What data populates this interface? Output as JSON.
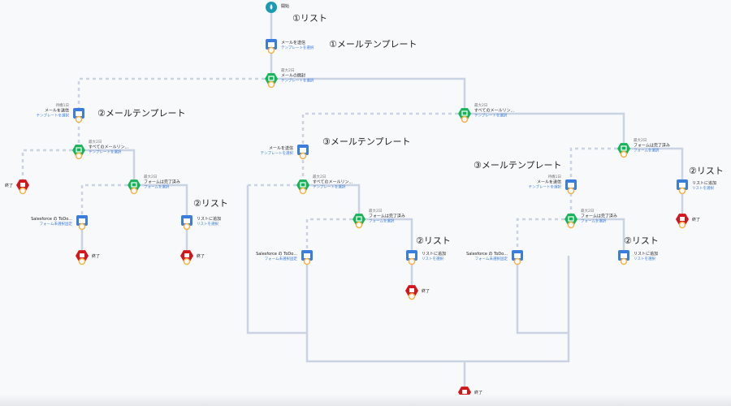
{
  "colors": {
    "start": "#1a9bb5",
    "email": "#3b7ddd",
    "rule": "#16b35a",
    "end": "#d4161c",
    "line": "#c9d3e3",
    "port": "#f6b046",
    "link": "#3b7ddd",
    "meta": "#777777",
    "title": "#222222"
  },
  "nodes": [
    {
      "id": "start",
      "type": "start",
      "title": "開始"
    },
    {
      "id": "send1",
      "type": "email",
      "title": "メールを送信",
      "sub": "テンプレートを選択"
    },
    {
      "id": "open1",
      "type": "rule",
      "meta": "最大2日",
      "title": "メールの開封",
      "sub": "テンプレートを選択"
    },
    {
      "id": "send2",
      "type": "email",
      "meta": "待機1日",
      "title": "メールを送信",
      "sub": "テンプレートを選択"
    },
    {
      "id": "link2",
      "type": "rule",
      "meta": "最大2日",
      "title": "すべてのメールリン...",
      "sub": "テンプレートを選択"
    },
    {
      "id": "end2a",
      "type": "end",
      "title": "終了"
    },
    {
      "id": "form2",
      "type": "rule",
      "meta": "最大2日",
      "title": "フォームは完了済み",
      "sub": "フォームを選択"
    },
    {
      "id": "todo2",
      "type": "email",
      "title": "Salesforce の ToDo...",
      "sub": "フォーム未選択固定"
    },
    {
      "id": "end2b",
      "type": "end",
      "title": "終了"
    },
    {
      "id": "list2",
      "type": "email",
      "title": "リストに追加",
      "sub": "リストを選択"
    },
    {
      "id": "end2c",
      "type": "end",
      "title": "終了"
    },
    {
      "id": "linkR",
      "type": "rule",
      "meta": "最大2日",
      "title": "すべてのメールリン...",
      "sub": "テンプレートを選択"
    },
    {
      "id": "send3",
      "type": "email",
      "title": "メールを送信",
      "sub": "テンプレートを選択"
    },
    {
      "id": "link3",
      "type": "rule",
      "meta": "最大2日",
      "title": "すべてのメールリン...",
      "sub": "テンプレートを選択"
    },
    {
      "id": "form3",
      "type": "rule",
      "meta": "最大2日",
      "title": "フォームは完了済み",
      "sub": "フォームを選択"
    },
    {
      "id": "todo3",
      "type": "email",
      "title": "Salesforce の ToDo...",
      "sub": "フォーム未選択固定"
    },
    {
      "id": "list3",
      "type": "email",
      "title": "リストに追加",
      "sub": "リストを選択"
    },
    {
      "id": "end3",
      "type": "end",
      "title": "終了"
    },
    {
      "id": "formR",
      "type": "rule",
      "meta": "最大2日",
      "title": "フォームは完了済み",
      "sub": "フォームを選択"
    },
    {
      "id": "send4",
      "type": "email",
      "meta": "待機1日",
      "title": "メールを送信",
      "sub": "テンプレートを選択"
    },
    {
      "id": "link4",
      "type": "rule",
      "meta": "最大2日",
      "title": "フォームは完了済み",
      "sub": "フォームを選択"
    },
    {
      "id": "todo4",
      "type": "email",
      "title": "Salesforce の ToDo...",
      "sub": "フォーム未選択固定"
    },
    {
      "id": "list4",
      "type": "email",
      "title": "リストに追加",
      "sub": "リストを選択"
    },
    {
      "id": "listR",
      "type": "email",
      "title": "リストに追加",
      "sub": "リストを選択"
    },
    {
      "id": "endR",
      "type": "end",
      "title": "終了"
    },
    {
      "id": "endFinal",
      "type": "end",
      "title": "終了"
    }
  ],
  "annotations": [
    "①リスト",
    "①メールテンプレート",
    "②メールテンプレート",
    "②リスト",
    "③メールテンプレート",
    "③メールテンプレート",
    "②リスト",
    "②リスト",
    "②リスト"
  ]
}
